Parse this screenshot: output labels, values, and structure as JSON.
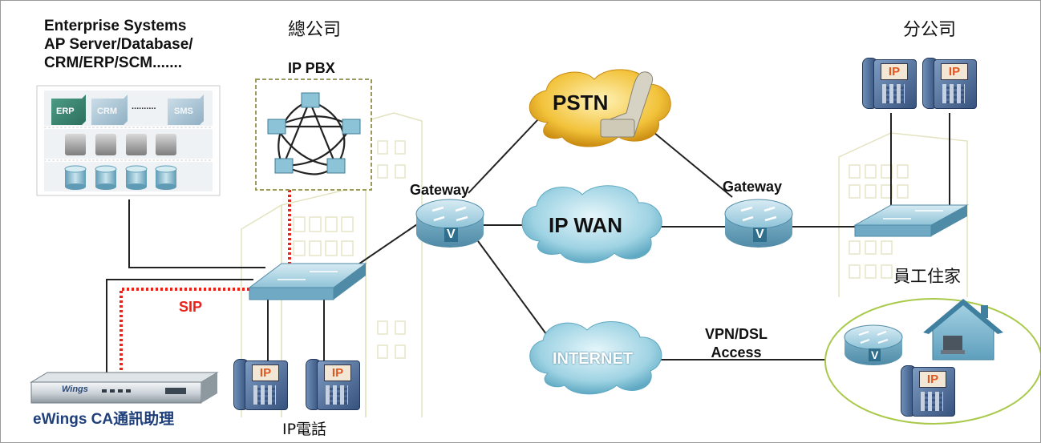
{
  "hq": {
    "title": "總公司",
    "enterprise_lines": [
      "Enterprise Systems",
      "AP Server/Database/",
      "CRM/ERP/SCM......."
    ],
    "app_labels": {
      "erp": "ERP",
      "crm": "CRM",
      "dots": "..........",
      "sms": "SMS"
    },
    "ip_pbx_label": "IP PBX",
    "sip_label": "SIP",
    "appliance_brand": "Wings",
    "appliance_label": "eWings CA通訊助理",
    "ip_phone_label": "IP電話"
  },
  "network": {
    "gateway_left": "Gateway",
    "gateway_right": "Gateway",
    "pstn": "PSTN",
    "ip_wan": "IP WAN",
    "internet": "INTERNET",
    "vpn_lines": [
      "VPN/DSL",
      "Access"
    ],
    "router_mark": "V"
  },
  "branch": {
    "title": "分公司",
    "home_label": "員工住家"
  },
  "phone_badge": "IP",
  "colors": {
    "sip": "#e8231c",
    "cloud": "#9fd3e3",
    "pstn": "#f2c23a",
    "device": "#6fa9c4",
    "home_ring": "#a9c94a",
    "pbx_border": "#9a9a5a",
    "phone": "#3f5f8f"
  }
}
